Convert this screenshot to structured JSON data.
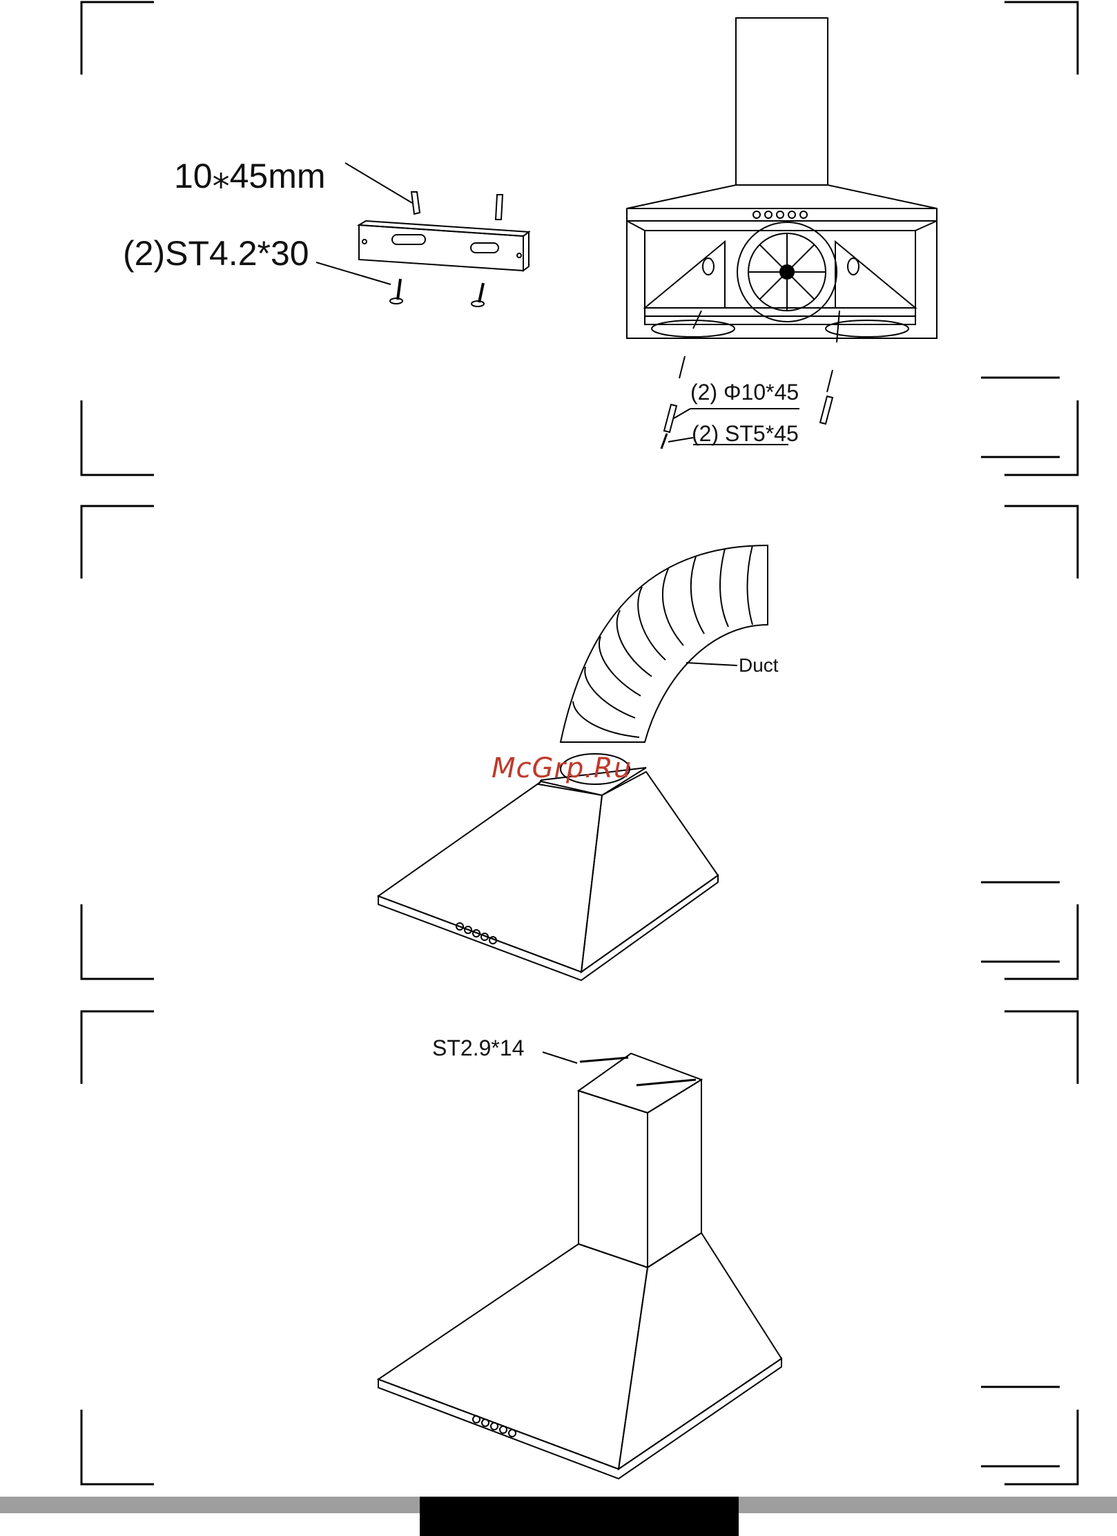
{
  "step1": {
    "left_screw_label": "10⁎45mm",
    "left_bracket_label": "(2)ST4.2*30",
    "right_plug_label": "(2) Φ10*45",
    "right_screw_label": "(2) ST5*45"
  },
  "step2": {
    "duct_label": "Duct"
  },
  "step3": {
    "screw_label": "ST2.9*14"
  },
  "watermark": "McGrp.Ru"
}
